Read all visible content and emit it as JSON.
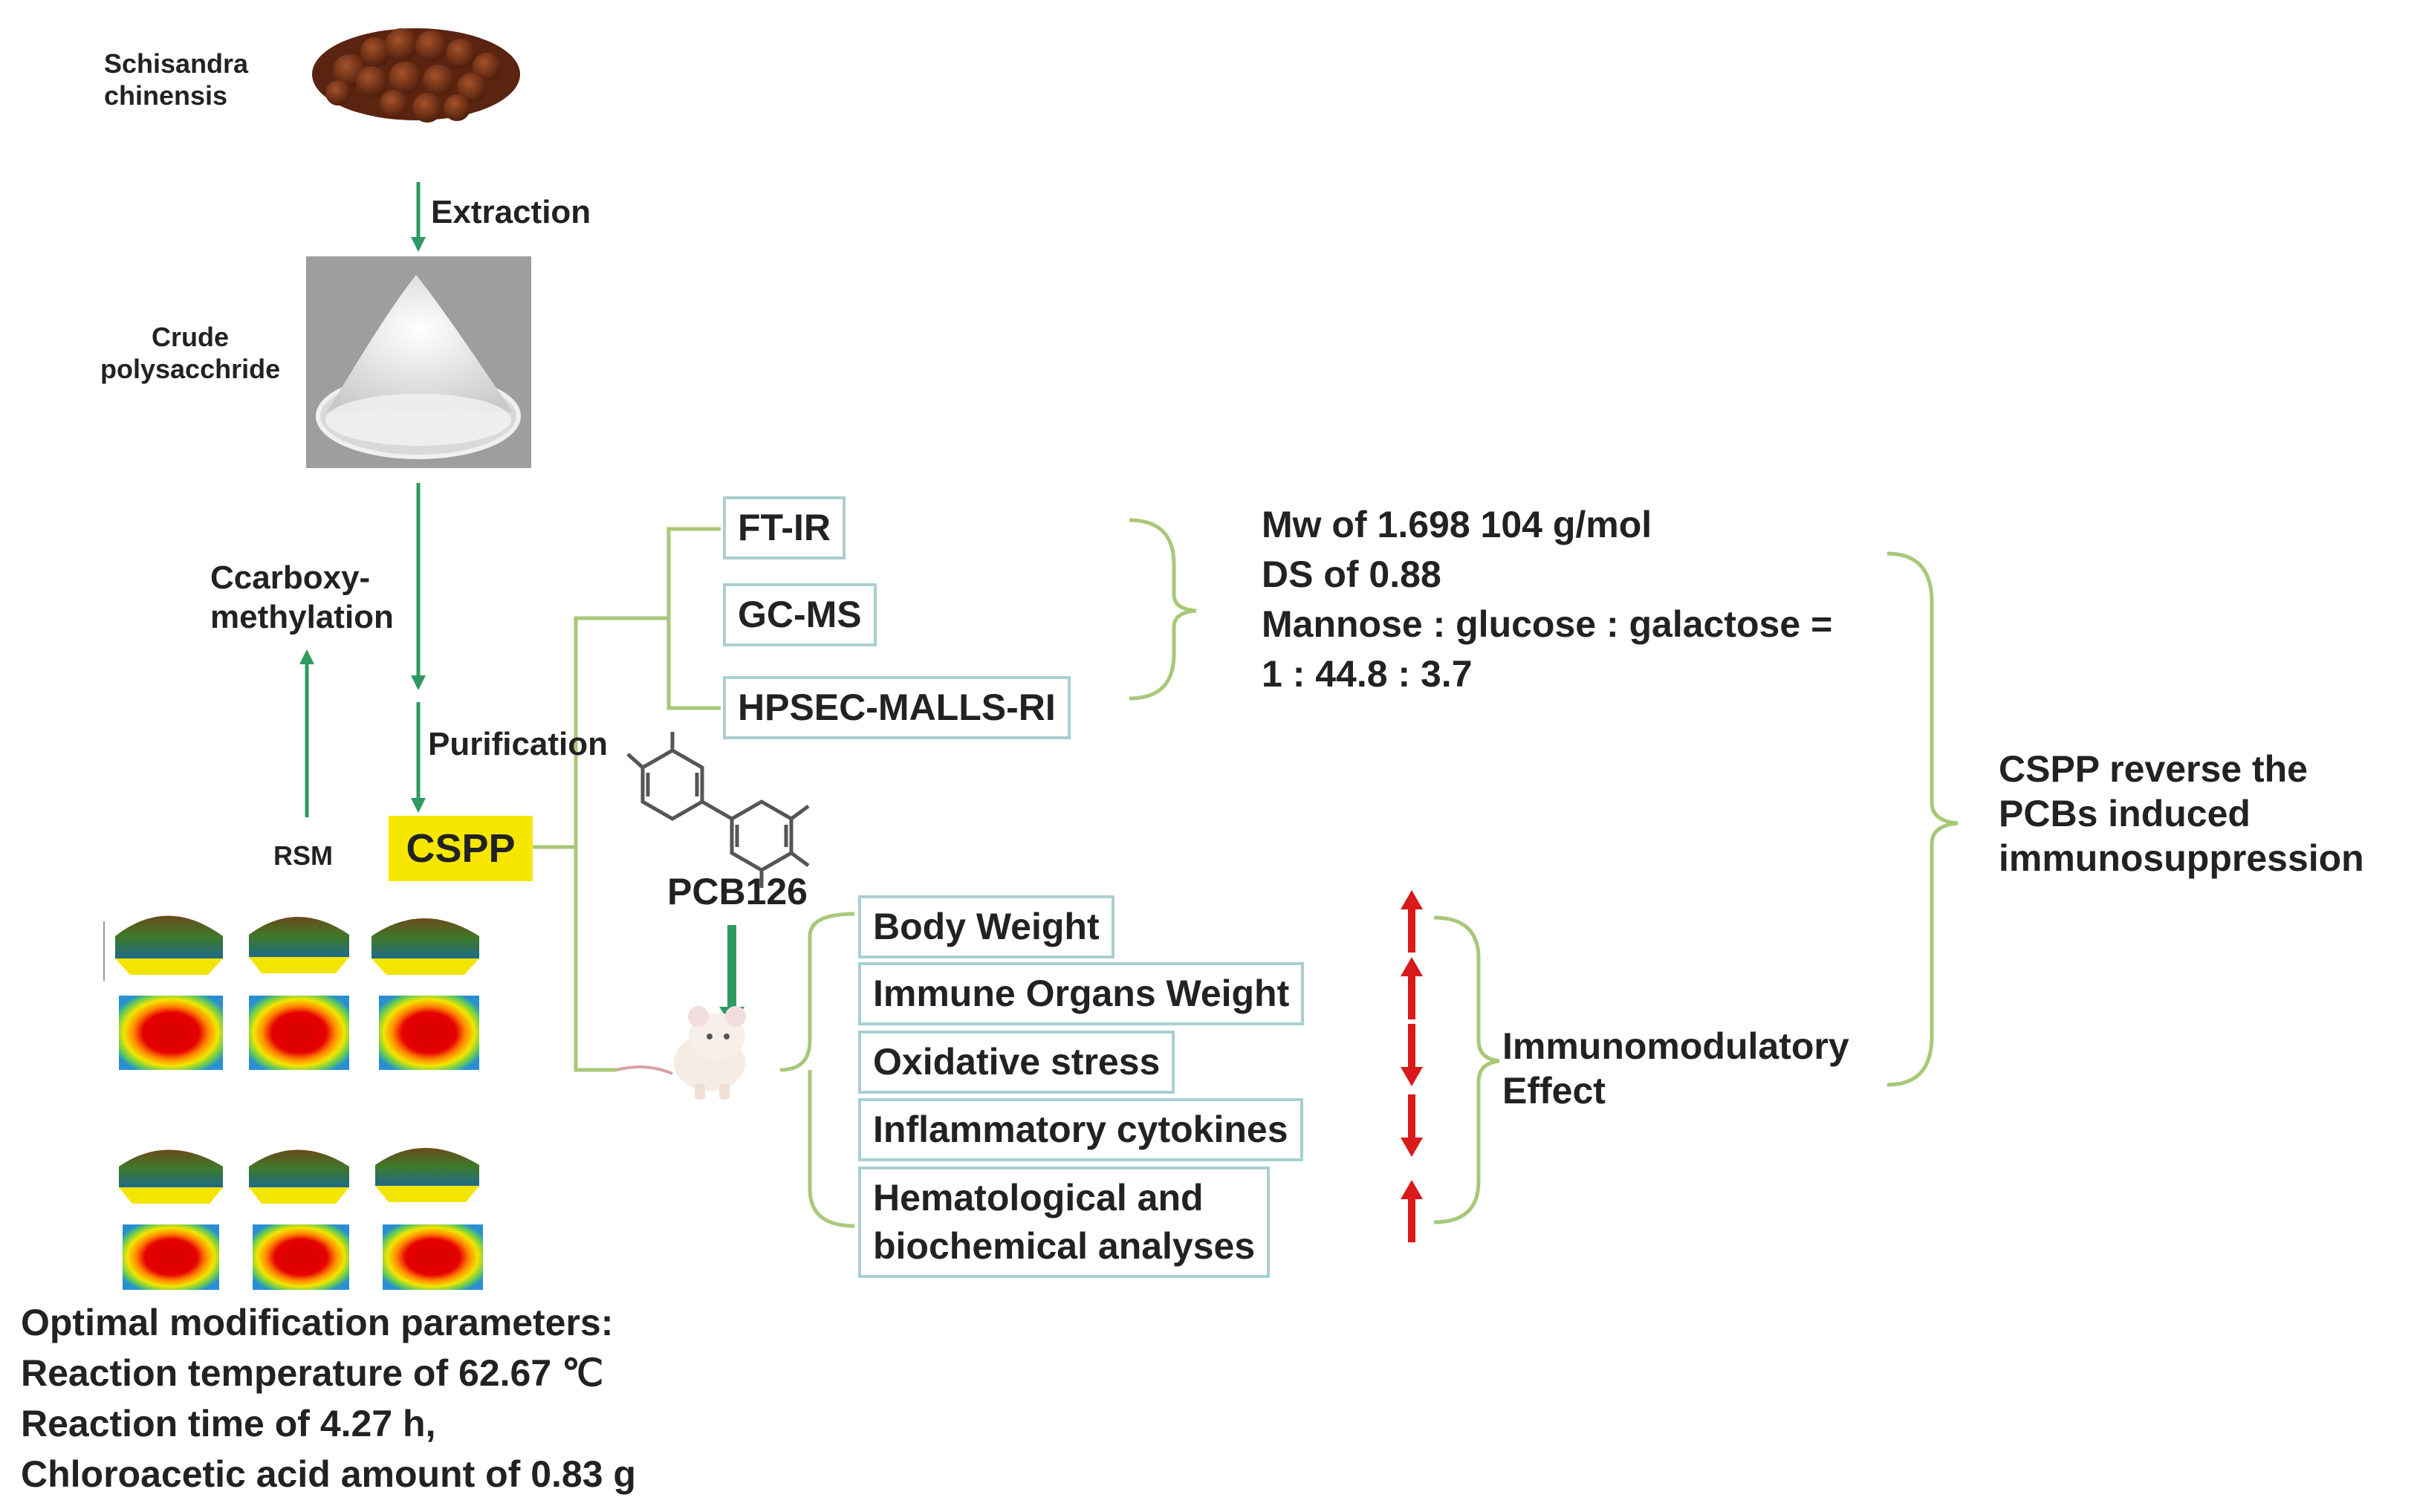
{
  "source": {
    "name": "Schisandra\nchinensis"
  },
  "steps": {
    "extraction": "Extraction",
    "crude": "Crude\npolysacchride",
    "carboxy": "Ccarboxy-\nmethylation",
    "purification": "Purification",
    "rsm": "RSM"
  },
  "product": "CSPP",
  "toxin": "PCB126",
  "characterization": {
    "methods": [
      "FT-IR",
      "GC-MS",
      "HPSEC-MALLS-RI"
    ],
    "results": [
      "Mw of 1.698 104 g/mol",
      "DS of 0.88",
      "Mannose : glucose : galactose =",
      "1 : 44.8 : 3.7"
    ]
  },
  "assays": [
    {
      "label": "Body Weight",
      "direction": "up"
    },
    {
      "label": "Immune Organs Weight",
      "direction": "up"
    },
    {
      "label": "Oxidative stress",
      "direction": "down"
    },
    {
      "label": "Inflammatory cytokines",
      "direction": "down"
    },
    {
      "label": "Hematological and\nbiochemical analyses",
      "direction": "up"
    }
  ],
  "effect": "Immunomodulatory\nEffect",
  "conclusion": "CSPP reverse the\nPCBs induced\nimmunosuppression",
  "optimal": {
    "heading": "Optimal modification parameters:",
    "lines": [
      "Reaction temperature of 62.67 ℃",
      "Reaction time of 4.27 h,",
      "Chloroacetic acid amount of 0.83 g"
    ]
  },
  "colors": {
    "arrow_green": "#2e9a62",
    "bracket": "#a8c878",
    "box_border": "#a9cfcf",
    "highlight": "#f6e600",
    "arrow_red": "#d81a1a"
  }
}
